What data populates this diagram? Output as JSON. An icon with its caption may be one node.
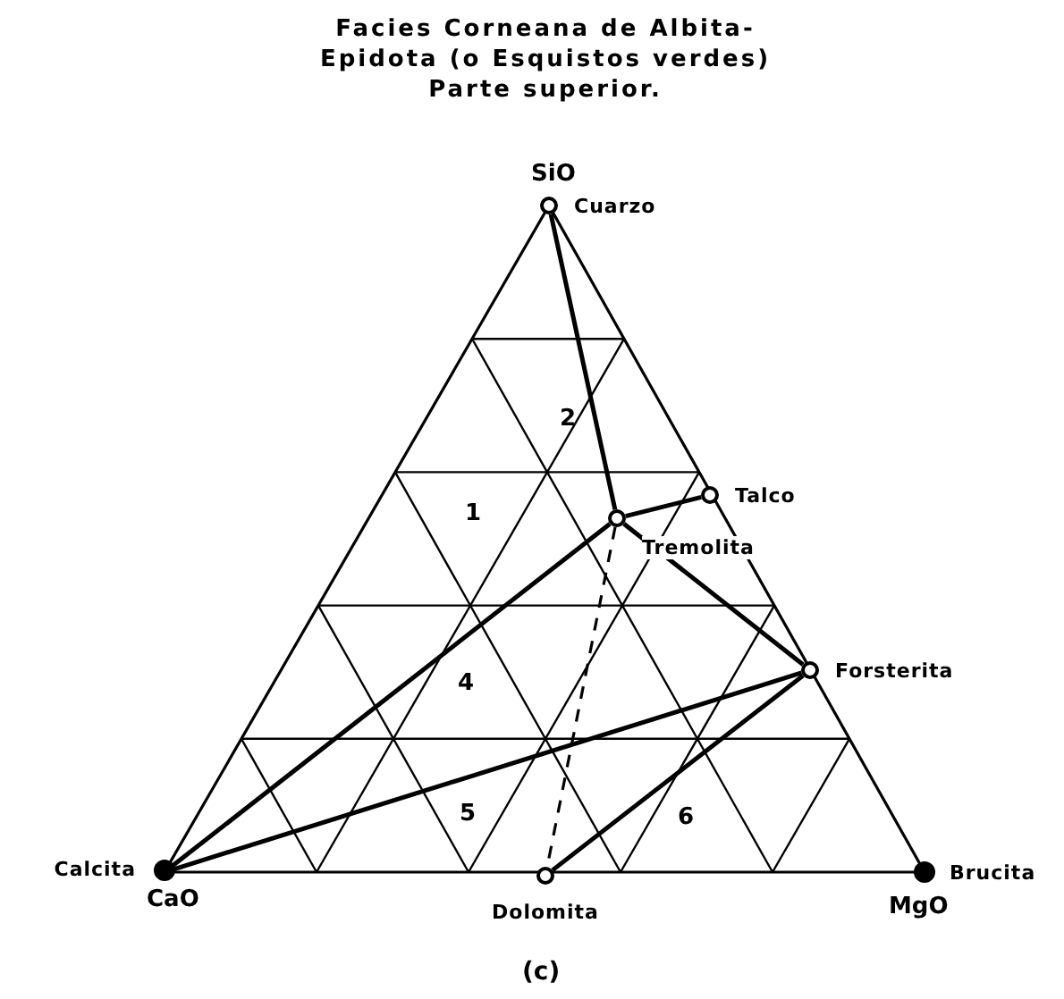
{
  "diagram": {
    "title": "Facies Corneana de Albita-Epidota (o Esquistos verdes) Parte superior.",
    "caption": "(c)",
    "nodes": [
      {
        "text": [
          "Cuarzo"
        ]
      },
      {
        "text": [
          "Talco"
        ]
      },
      {
        "text": [
          "Tremolita"
        ]
      },
      {
        "text": [
          "Forsterita"
        ]
      },
      {
        "text": [
          "Calcita"
        ]
      },
      {
        "text": [
          "Dolomita"
        ]
      },
      {
        "text": [
          "Brucita"
        ]
      }
    ],
    "edges": [
      {
        "from": 0,
        "to": 2,
        "arrow": "none"
      },
      {
        "from": 1,
        "to": 2,
        "arrow": "none"
      },
      {
        "from": 2,
        "to": 3,
        "arrow": "none"
      },
      {
        "from": 4,
        "to": 2,
        "arrow": "none"
      },
      {
        "from": 4,
        "to": 3,
        "arrow": "none"
      },
      {
        "from": 2,
        "to": 5,
        "arrow": "none",
        "style": "dashed"
      },
      {
        "from": 5,
        "to": 3,
        "arrow": "none"
      }
    ],
    "labels": [
      "SiO",
      "1",
      "2",
      "4",
      "5",
      "6",
      "CaO",
      "MgO"
    ]
  }
}
